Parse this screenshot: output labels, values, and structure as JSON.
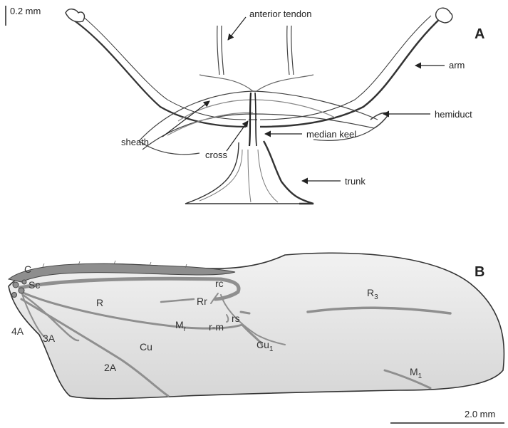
{
  "panel_a": {
    "letter": "A",
    "scale_label": "0.2 mm",
    "labels": {
      "anterior_tendon": "anterior tendon",
      "arm": "arm",
      "hemiduct": "hemiduct",
      "median_keel": "median keel",
      "trunk": "trunk",
      "sheath": "sheath",
      "cross": "cross"
    }
  },
  "panel_b": {
    "letter": "B",
    "scale_label": "2.0 mm",
    "vein_labels": {
      "C": "C",
      "Sc": "Sc",
      "R": "R",
      "rc": "rc",
      "Rr": "Rr",
      "rs": "rs",
      "M_base": "M",
      "M_sub": "r",
      "r_m": "r-m",
      "Cu1_base": "Cu",
      "Cu1_sub": "1",
      "Cu": "Cu",
      "R3_base": "R",
      "R3_sub": "3",
      "M1_base": "M",
      "M1_sub": "1",
      "A4": "4A",
      "A3": "3A",
      "A2": "2A"
    }
  },
  "colors": {
    "ink": "#222222",
    "vein_fill": "#9a9a9a",
    "membrane": "#e4e4e4"
  }
}
